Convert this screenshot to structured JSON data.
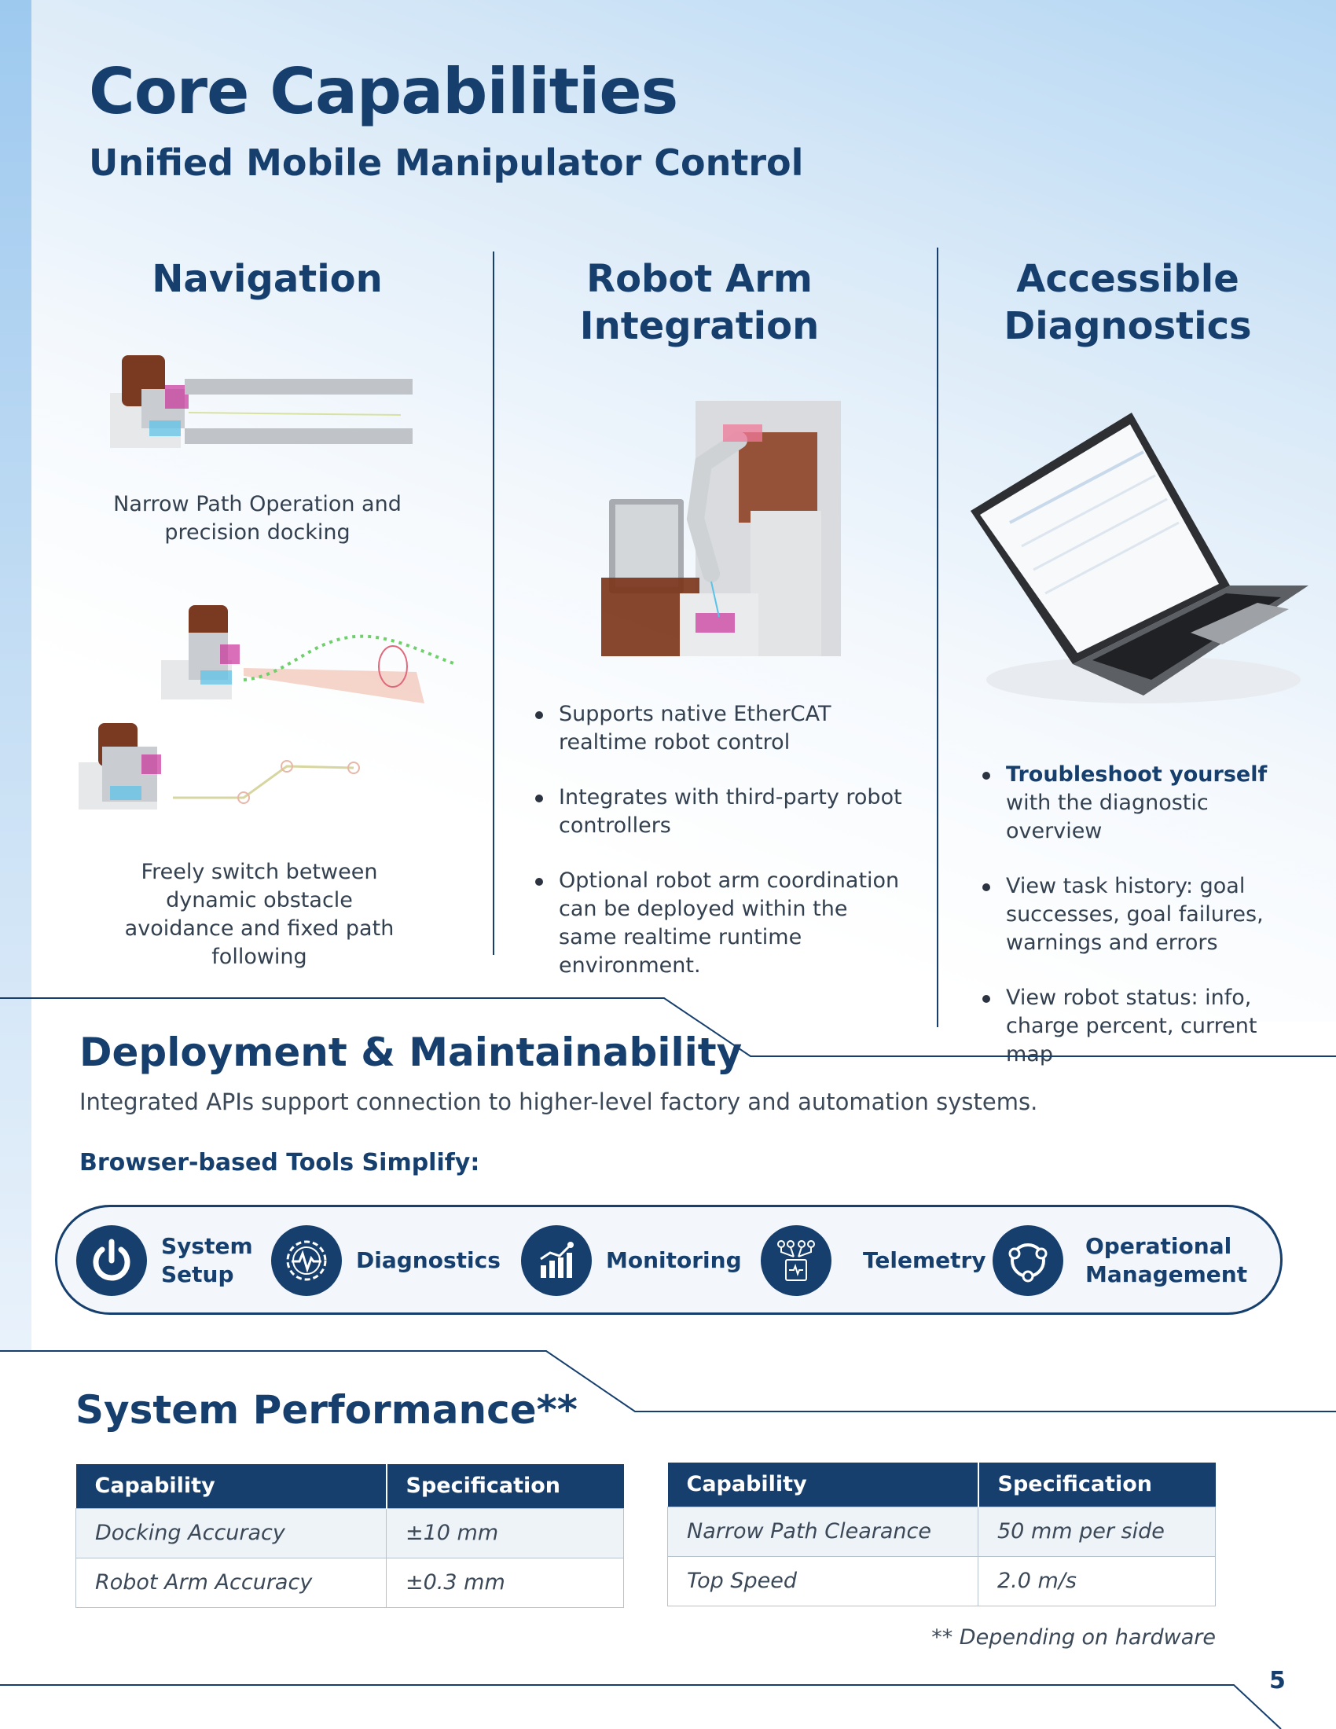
{
  "header": {
    "title": "Core Capabilities",
    "subtitle": "Unified Mobile Manipulator Control"
  },
  "columns": {
    "navigation": {
      "title": "Navigation",
      "caption_1": "Narrow Path Operation and precision docking",
      "caption_2": "Freely switch between dynamic  obstacle avoidance and fixed path following"
    },
    "robot_arm": {
      "title_line1": "Robot Arm",
      "title_line2": "Integration",
      "bullets": [
        "Supports native EtherCAT realtime robot control",
        "Integrates with third-party robot controllers",
        "Optional robot arm coordination can be deployed within the same realtime runtime environment."
      ]
    },
    "diagnostics": {
      "title_line1": "Accessible",
      "title_line2": "Diagnostics",
      "bullet_1_bold": "Troubleshoot yourself",
      "bullet_1_rest": " with the diagnostic overview",
      "bullets": [
        "View task history: goal successes, goal failures, warnings and errors",
        "View robot status: info, charge percent, current map"
      ]
    }
  },
  "deployment": {
    "title": "Deployment & Maintainability",
    "description": "Integrated APIs support connection to higher-level factory and automation systems.",
    "tools_label": "Browser-based Tools Simplify:",
    "tools": [
      {
        "line1": "System",
        "line2": "Setup",
        "icon": "power-icon"
      },
      {
        "line1": "Diagnostics",
        "line2": "",
        "icon": "gear-pulse-icon"
      },
      {
        "line1": "Monitoring",
        "line2": "",
        "icon": "bar-chart-icon"
      },
      {
        "line1": "Telemetry",
        "line2": "",
        "icon": "telemetry-device-icon"
      },
      {
        "line1": "Operational",
        "line2": "Management",
        "icon": "cycle-nodes-icon"
      }
    ]
  },
  "performance": {
    "title": "System Performance**",
    "header_capability": "Capability",
    "header_specification": "Specification",
    "table_left": [
      {
        "capability": "Docking Accuracy",
        "spec": "±10 mm"
      },
      {
        "capability": "Robot Arm Accuracy",
        "spec": "±0.3 mm"
      }
    ],
    "table_right": [
      {
        "capability": "Narrow Path Clearance",
        "spec": "50 mm per side"
      },
      {
        "capability": "Top Speed",
        "spec": "2.0 m/s"
      }
    ],
    "footnote": "** Depending on hardware"
  },
  "page_number": "5",
  "colors": {
    "navy": "#163f6e",
    "text": "#33404f",
    "background_blue": "#b4d6f3"
  }
}
